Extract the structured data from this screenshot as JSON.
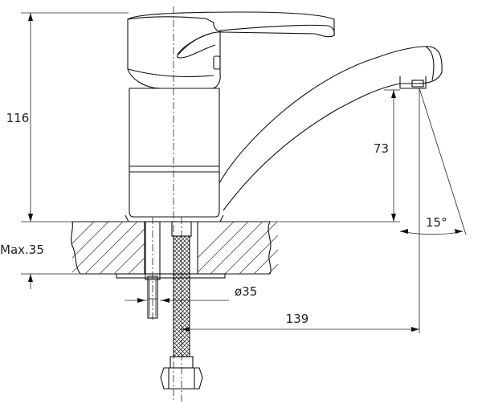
{
  "drawing": {
    "dimensions": {
      "height_total": "116",
      "spout_height": "73",
      "max_thickness": "Max.35",
      "hole_diameter": "ø35",
      "reach": "139",
      "swivel_angle": "15°"
    }
  },
  "colors": {
    "line": "#111111",
    "background": "#ffffff"
  }
}
